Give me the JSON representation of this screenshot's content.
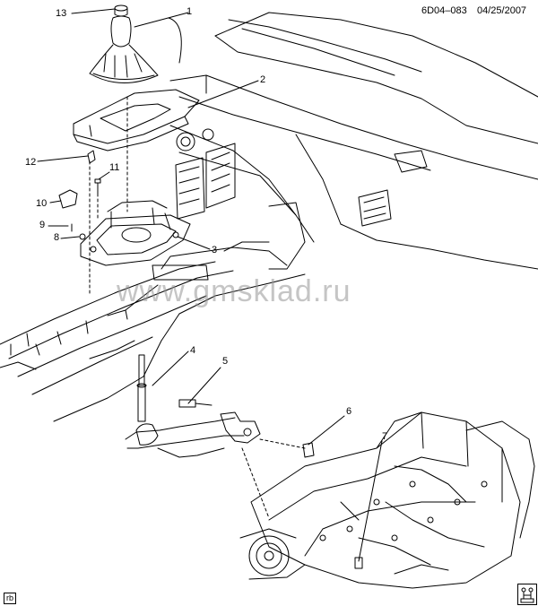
{
  "header": {
    "code": "6D04–083",
    "date": "04/25/2007"
  },
  "watermark": "www.gmsklad.ru",
  "callouts": [
    "1",
    "2",
    "3",
    "4",
    "5",
    "6",
    "7",
    "8",
    "9",
    "10",
    "11",
    "12",
    "13"
  ],
  "corner_tag": "rb",
  "colors": {
    "line": "#000000",
    "watermark": "#969696"
  }
}
